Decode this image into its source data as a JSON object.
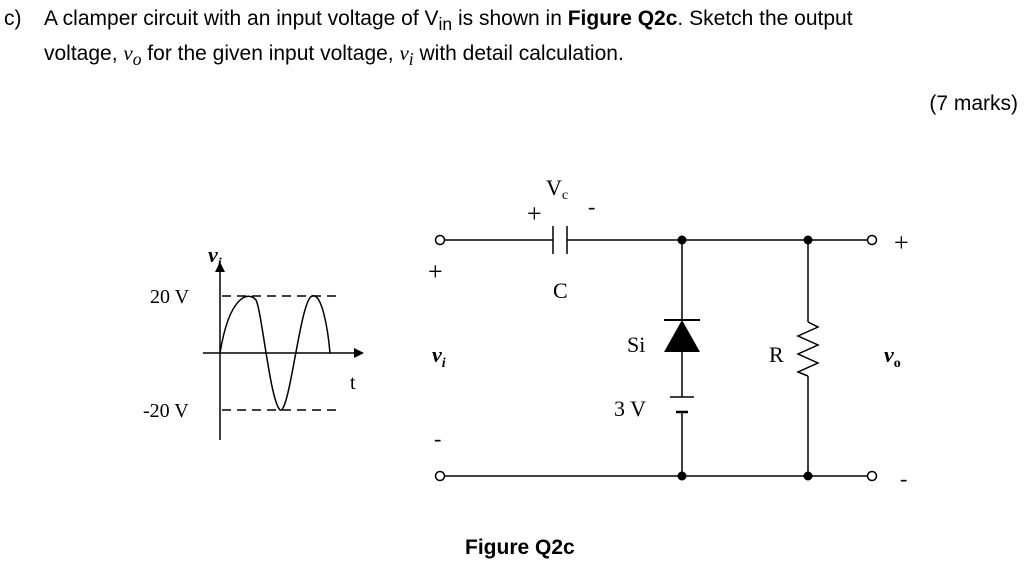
{
  "question": {
    "number": "c)",
    "line1_a": "A clamper circuit with an input voltage of V",
    "line1_sub": "in",
    "line1_b": " is shown in ",
    "line1_fig": "Figure Q2c",
    "line1_c": ". Sketch the output",
    "line2_a": "voltage, ",
    "vo": "v",
    "vo_sub": "o",
    "line2_b": " for the given input voltage, ",
    "vi": "v",
    "vi_sub": "i",
    "line2_c": " with detail calculation."
  },
  "marks": "(7 marks)",
  "waveform": {
    "vi_label": "v",
    "vi_sub": "i",
    "pos_level": "20 V",
    "neg_level": "-20 V",
    "t_label": "t"
  },
  "circuit": {
    "vc_label": "V",
    "vc_sub": "c",
    "vc_plus": "+",
    "vc_minus": "-",
    "cap_label": "C",
    "in_plus": "+",
    "in_minus": "-",
    "in_label": "v",
    "in_sub": "i",
    "diode_label": "Si",
    "battery_label": "3 V",
    "resistor_label": "R",
    "out_plus": "+",
    "out_minus": "-",
    "out_label": "v",
    "out_sub": "o"
  },
  "caption": "Figure Q2c"
}
